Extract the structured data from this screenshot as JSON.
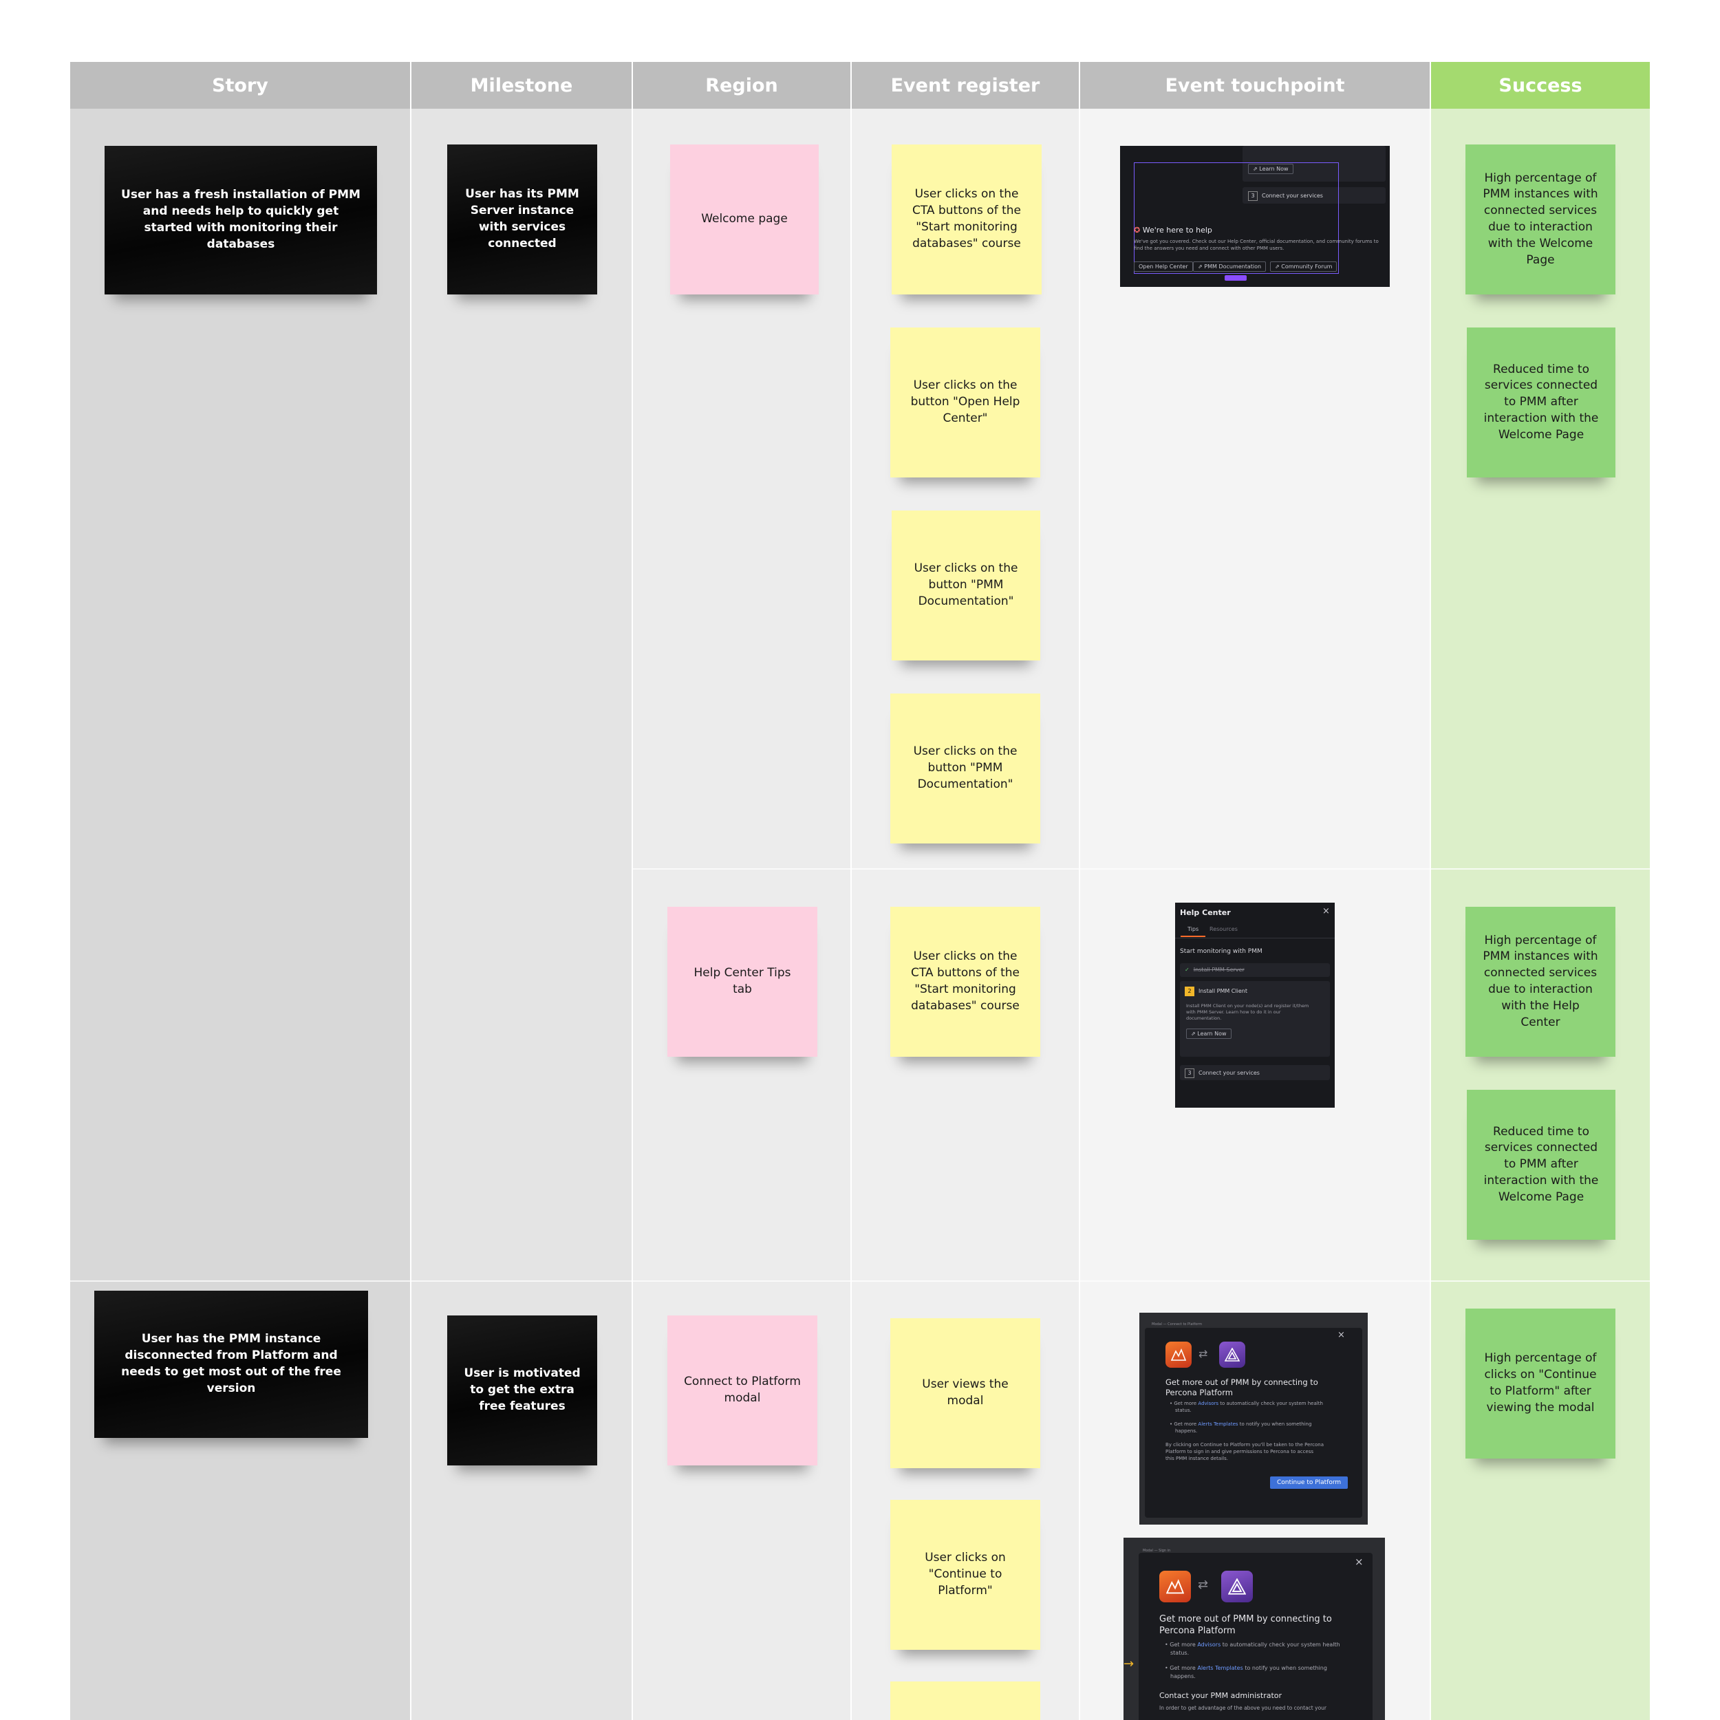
{
  "columns": {
    "story": "Story",
    "milestone": "Milestone",
    "region": "Region",
    "event_register": "Event register",
    "event_touchpoint": "Event touchpoint",
    "success": "Success"
  },
  "colors": {
    "header_gray": "#bdbdbd",
    "header_green": "#a4da6f",
    "story_bg": "#d8d8d8",
    "milestone_bg": "#e4e4e4",
    "region_bg": "#ececec",
    "register_bg": "#efefef",
    "touchpoint_bg": "#f4f4f4",
    "success_bg": "#dcefc9"
  },
  "row1": {
    "story": "User has a fresh installation of PMM and needs help to quickly get started with monitoring their databases",
    "milestone": "User has its PMM Server instance with services connected",
    "region_a": "Welcome page",
    "events_a": [
      "User clicks on the CTA buttons of the \"Start monitoring databases\" course",
      "User clicks on the button \"Open Help Center\"",
      "User clicks on the button \"PMM Documentation\"",
      "User clicks on the button \"PMM Documentation\""
    ],
    "success_a": [
      "High percentage of PMM instances with connected services due to interaction with the Welcome Page",
      "Reduced time to services connected to PMM after interaction with the Welcome Page"
    ],
    "region_b": "Help Center Tips tab",
    "events_b": [
      "User clicks on the CTA buttons of the \"Start monitoring databases\" course"
    ],
    "success_b": [
      "High percentage of PMM instances with connected services due to interaction with the Help Center",
      "Reduced time to services connected to PMM after interaction with the Welcome Page"
    ]
  },
  "row2": {
    "story": "User has the PMM instance disconnected from Platform and needs to get most out of the free version",
    "milestone": "User is motivated to get the extra free features",
    "region": "Connect to Platform modal",
    "events": [
      "User views the modal",
      "User clicks on \"Continue to Platform\""
    ],
    "success": [
      "High percentage of clicks on \"Continue to Platform\" after viewing the modal"
    ]
  },
  "shot_welcome": {
    "learn_now": "Learn Now",
    "connect_services": "Connect your services",
    "step3": "3",
    "help_title": "We're here to help",
    "help_body_1": "We've got you covered. Check out our Help Center, official documentation, and community forums to",
    "help_body_2": "find the answers you need and connect with other PMM users.",
    "btn_help": "Open Help Center",
    "btn_docs": "PMM Documentation",
    "btn_forum": "Community Forum"
  },
  "shot_help": {
    "title": "Help Center",
    "tab_tips": "Tips",
    "tab_resources": "Resources",
    "subtitle": "Start monitoring with PMM",
    "step1": "Install PMM Server",
    "step2_num": "2",
    "step2": "Install PMM Client",
    "step2_body_1": "Install PMM Client on your node(s) and register it/them",
    "step2_body_2": "with PMM Server. Learn how to do it in our",
    "step2_body_3": "documentation.",
    "learn_now": "Learn Now",
    "step3_num": "3",
    "step3": "Connect your services"
  },
  "shot_modal_a": {
    "breadcrumb": "Modal — Connect to Platform",
    "heading_1": "Get more out of PMM by connecting to",
    "heading_2": "Percona Platform",
    "bullet1_pre": "Get more ",
    "bullet1_link": "Advisors",
    "bullet1_post": " to automatically check your system health",
    "bullet1_cont": "status.",
    "bullet2_pre": "Get more ",
    "bullet2_link": "Alerts Templates",
    "bullet2_post": " to notify you when something",
    "bullet2_cont": "happens.",
    "body_1": "By clicking on Continue to Platform you'll be taken to the Percona",
    "body_2": "Platform to sign in and give permissions to Percona to access",
    "body_3": "this PMM instance details.",
    "button": "Continue to Platform"
  },
  "shot_modal_b": {
    "breadcrumb": "Modal — Sign in",
    "heading_1": "Get more out of PMM by connecting to",
    "heading_2": "Percona Platform",
    "bullet1_pre": "Get more ",
    "bullet1_link": "Advisors",
    "bullet1_post": " to automatically check your system health",
    "bullet1_cont": "status.",
    "bullet2_pre": "Get more ",
    "bullet2_link": "Alerts Templates",
    "bullet2_post": " to notify you when something",
    "bullet2_cont": "happens.",
    "contact": "Contact your PMM administrator",
    "contact_body": "In order to get advantage of the above you need to contact your"
  },
  "icons": {
    "close": "×",
    "check": "✓",
    "help": "✪",
    "external": "⇗",
    "swap": "⇄",
    "arrow": "→"
  }
}
